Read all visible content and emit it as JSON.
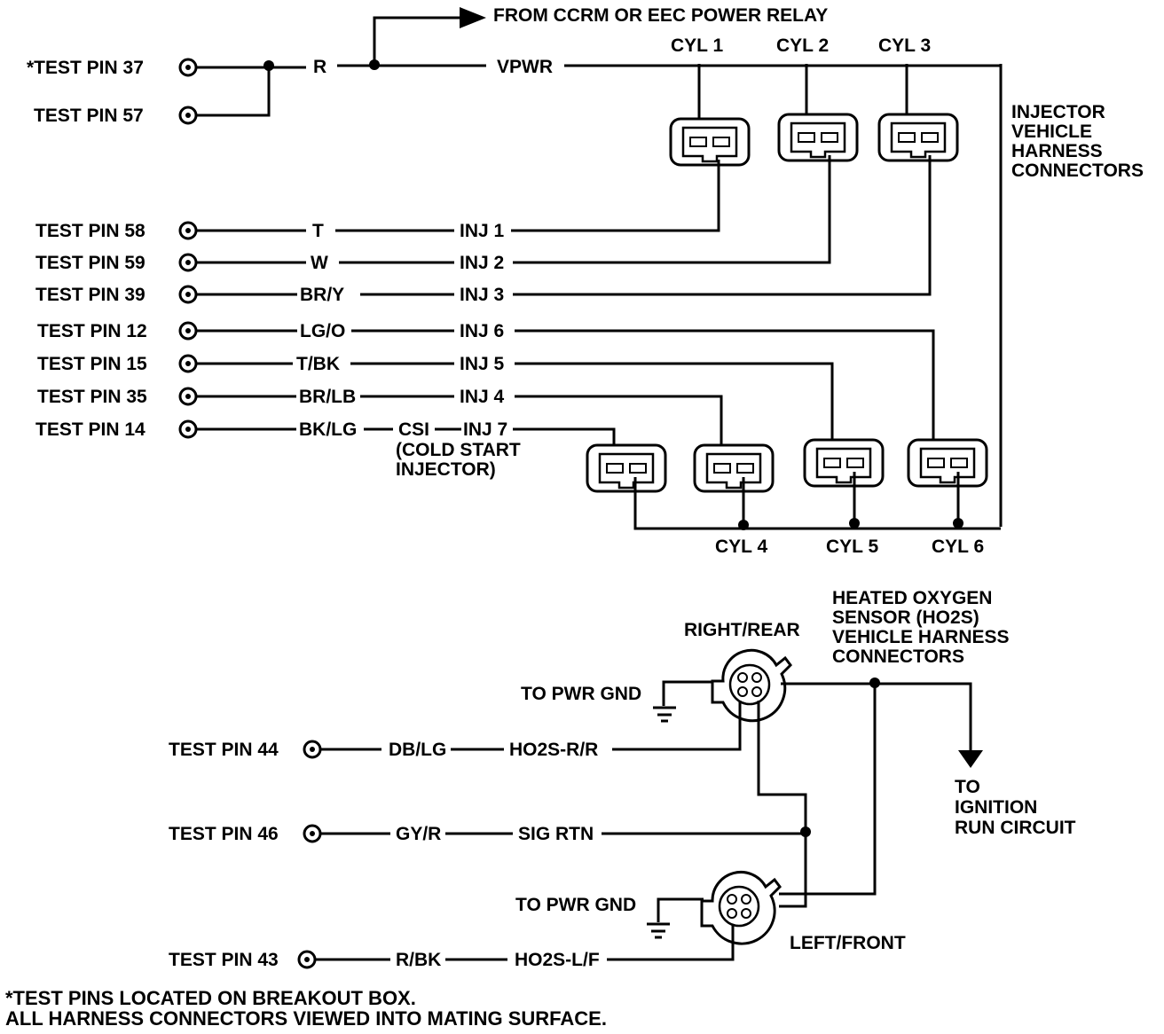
{
  "relay_label": "FROM CCRM OR EEC POWER RELAY",
  "vpwr_color": "R",
  "vpwr_label": "VPWR",
  "test_pins_top": [
    {
      "label": "*TEST PIN 37"
    },
    {
      "label": "TEST PIN 57"
    }
  ],
  "injector_circuits": [
    {
      "pin": "TEST PIN 58",
      "color": "T",
      "circuit": "INJ 1"
    },
    {
      "pin": "TEST PIN 59",
      "color": "W",
      "circuit": "INJ 2"
    },
    {
      "pin": "TEST PIN 39",
      "color": "BR/Y",
      "circuit": "INJ 3"
    },
    {
      "pin": "TEST PIN 12",
      "color": "LG/O",
      "circuit": "INJ 6"
    },
    {
      "pin": "TEST PIN 15",
      "color": "T/BK",
      "circuit": "INJ 5"
    },
    {
      "pin": "TEST PIN 35",
      "color": "BR/LB",
      "circuit": "INJ 4"
    },
    {
      "pin": "TEST PIN 14",
      "color": "BK/LG",
      "circuit": "INJ 7"
    }
  ],
  "csi_label": "CSI",
  "cold_start_label": [
    "(COLD START",
    "INJECTOR)"
  ],
  "cylinders_top": [
    "CYL 1",
    "CYL 2",
    "CYL 3"
  ],
  "cylinders_bottom": [
    "CYL 4",
    "CYL 5",
    "CYL 6"
  ],
  "injector_connectors_label": [
    "INJECTOR",
    "VEHICLE",
    "HARNESS",
    "CONNECTORS"
  ],
  "ho2s_connectors_label": [
    "HEATED OXYGEN",
    "SENSOR (HO2S)",
    "VEHICLE HARNESS",
    "CONNECTORS"
  ],
  "right_rear_label": "RIGHT/REAR",
  "left_front_label": "LEFT/FRONT",
  "pwr_gnd_label": "TO PWR GND",
  "ignition_label": [
    "TO",
    "IGNITION",
    "RUN CIRCUIT"
  ],
  "ho2s_circuits": [
    {
      "pin": "TEST PIN 44",
      "color": "DB/LG",
      "circuit": "HO2S-R/R"
    },
    {
      "pin": "TEST PIN 46",
      "color": "GY/R",
      "circuit": "SIG RTN"
    },
    {
      "pin": "TEST PIN 43",
      "color": "R/BK",
      "circuit": "HO2S-L/F"
    }
  ],
  "footnotes": [
    "*TEST PINS LOCATED ON BREAKOUT BOX.",
    "ALL HARNESS CONNECTORS VIEWED INTO MATING SURFACE."
  ]
}
